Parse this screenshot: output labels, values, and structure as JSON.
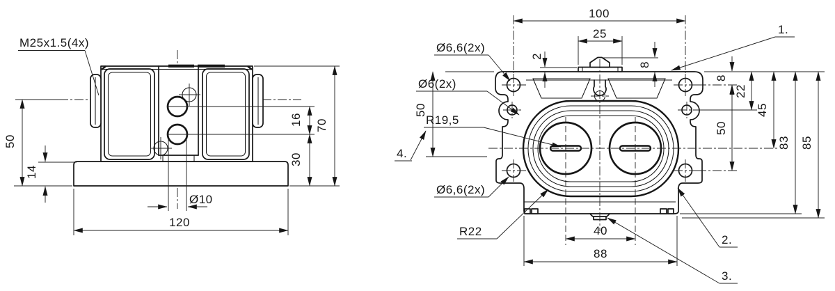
{
  "front_view": {
    "callouts": {
      "thread": "M25x1.5(4x)",
      "hole_dia": "Ø10"
    },
    "dims": {
      "center_height": "50",
      "base_thickness": "14",
      "hole_spacing": "16",
      "lower_hole_height": "30",
      "overall_height": "70",
      "base_width": "120"
    }
  },
  "top_view": {
    "callouts": {
      "corner_holes_top": "Ø6,6(2x)",
      "side_holes": "Ø6(2x)",
      "inner_radius": "R19,5",
      "corner_holes_bottom": "Ø6,6(2x)",
      "outer_radius": "R22"
    },
    "items": {
      "n1": "1.",
      "n2": "2.",
      "n3": "3.",
      "n4": "4."
    },
    "dims": {
      "width_holes": "100",
      "tab_width": "25",
      "tab_offset": "2",
      "marker_offset": "8",
      "edge_to_holes": "8",
      "edge_to_side_hole": "22",
      "edge_to_center": "45",
      "holes_vertical": "50",
      "left_height": "50",
      "body_depth": "83",
      "overall_depth": "85",
      "bore_spacing": "40",
      "bottom_width": "88"
    }
  }
}
